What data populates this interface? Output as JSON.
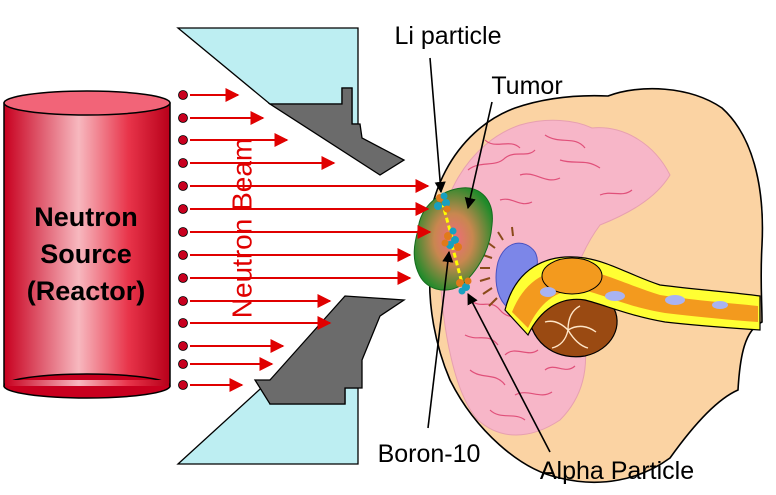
{
  "labels": {
    "source_line1": "Neutron",
    "source_line2": "Source",
    "source_line3": "(Reactor)",
    "beam": "Neutron Beam",
    "li_particle": "Li particle",
    "tumor": "Tumor",
    "boron": "Boron-10",
    "alpha": "Alpha Particle"
  },
  "colors": {
    "reactor_red": "#e8344a",
    "beam_red": "#e00000",
    "collimator_gray": "#6b6b6b",
    "shield_cyan": "#bdeef2",
    "skin": "#fbd3a3",
    "brain_pink": "#f7b6c8",
    "tumor_green": "#1f8a2a",
    "spine_orange": "#f39a1e",
    "spine_yellow": "#ffff33",
    "cerebellum_brown": "#9a4a12"
  }
}
